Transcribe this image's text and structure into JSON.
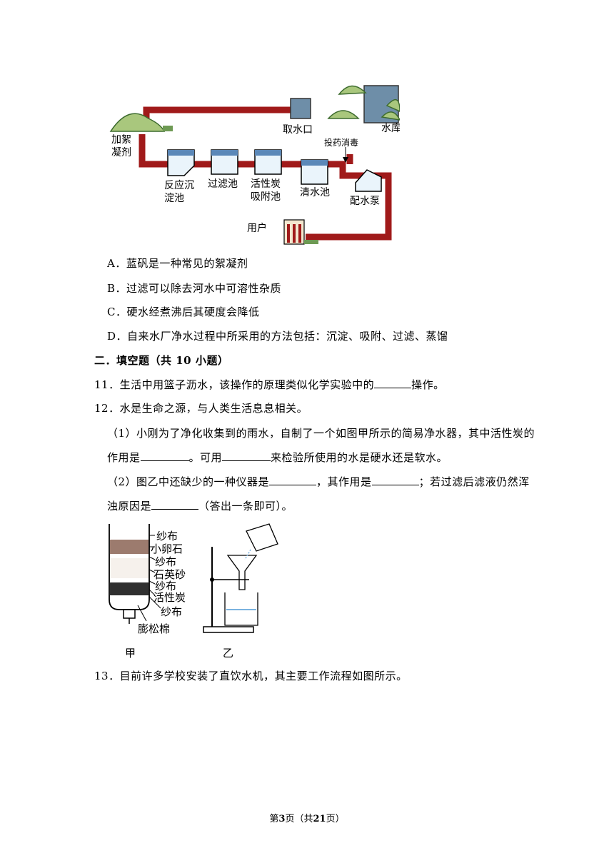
{
  "diagram1": {
    "labels": {
      "coagulant": [
        "加絮",
        "凝剂"
      ],
      "intake": "取水口",
      "reservoir": "水库",
      "disinfect": "投药消毒",
      "sediment": [
        "反应沉",
        "淀池"
      ],
      "filter": "过滤池",
      "carbon": [
        "活性炭",
        "吸附池"
      ],
      "clear": "清水池",
      "pump": "配水泵",
      "user": "用户"
    }
  },
  "q10_options": [
    "A．蓝矾是一种常见的絮凝剂",
    "B．过滤可以除去河水中可溶性杂质",
    "C．硬水经煮沸后其硬度会降低",
    "D．自来水厂净水过程中所采用的方法包括：沉淀、吸附、过滤、蒸馏"
  ],
  "section2_title": "二．填空题（共 10 小题）",
  "q11": {
    "before": "11．生活中用篮子沥水，该操作的原理类似化学实验中的",
    "after": "操作。"
  },
  "q12": {
    "stem": "12．水是生命之源，与人类生活息息相关。",
    "p1_a": "（1）小刚为了净化收集到的雨水，自制了一个如图甲所示的简易净水器，其中活性炭的",
    "p1_b1": "作用是",
    "p1_b2": "。可用",
    "p1_b3": "来检验所使用的水是硬水还是软水。",
    "p2_a1": "（2）图乙中还缺少的一种仪器是",
    "p2_a2": "，其作用是",
    "p2_a3": "；若过滤后滤液仍然浑",
    "p2_b1": "浊原因是",
    "p2_b2": "（答出一条即可）。"
  },
  "diagram2": {
    "layers": [
      "纱布",
      "小卵石",
      "纱布",
      "石英砂",
      "纱布",
      "活性炭",
      "纱布",
      "膨松棉"
    ],
    "caption_jia": "甲",
    "caption_yi": "乙"
  },
  "q13": "13．目前许多学校安装了直饮水机，其主要工作流程如图所示。",
  "footer": {
    "p1": "第",
    "page": "3",
    "p2": "页（共",
    "total": "21",
    "p3": "页）"
  }
}
